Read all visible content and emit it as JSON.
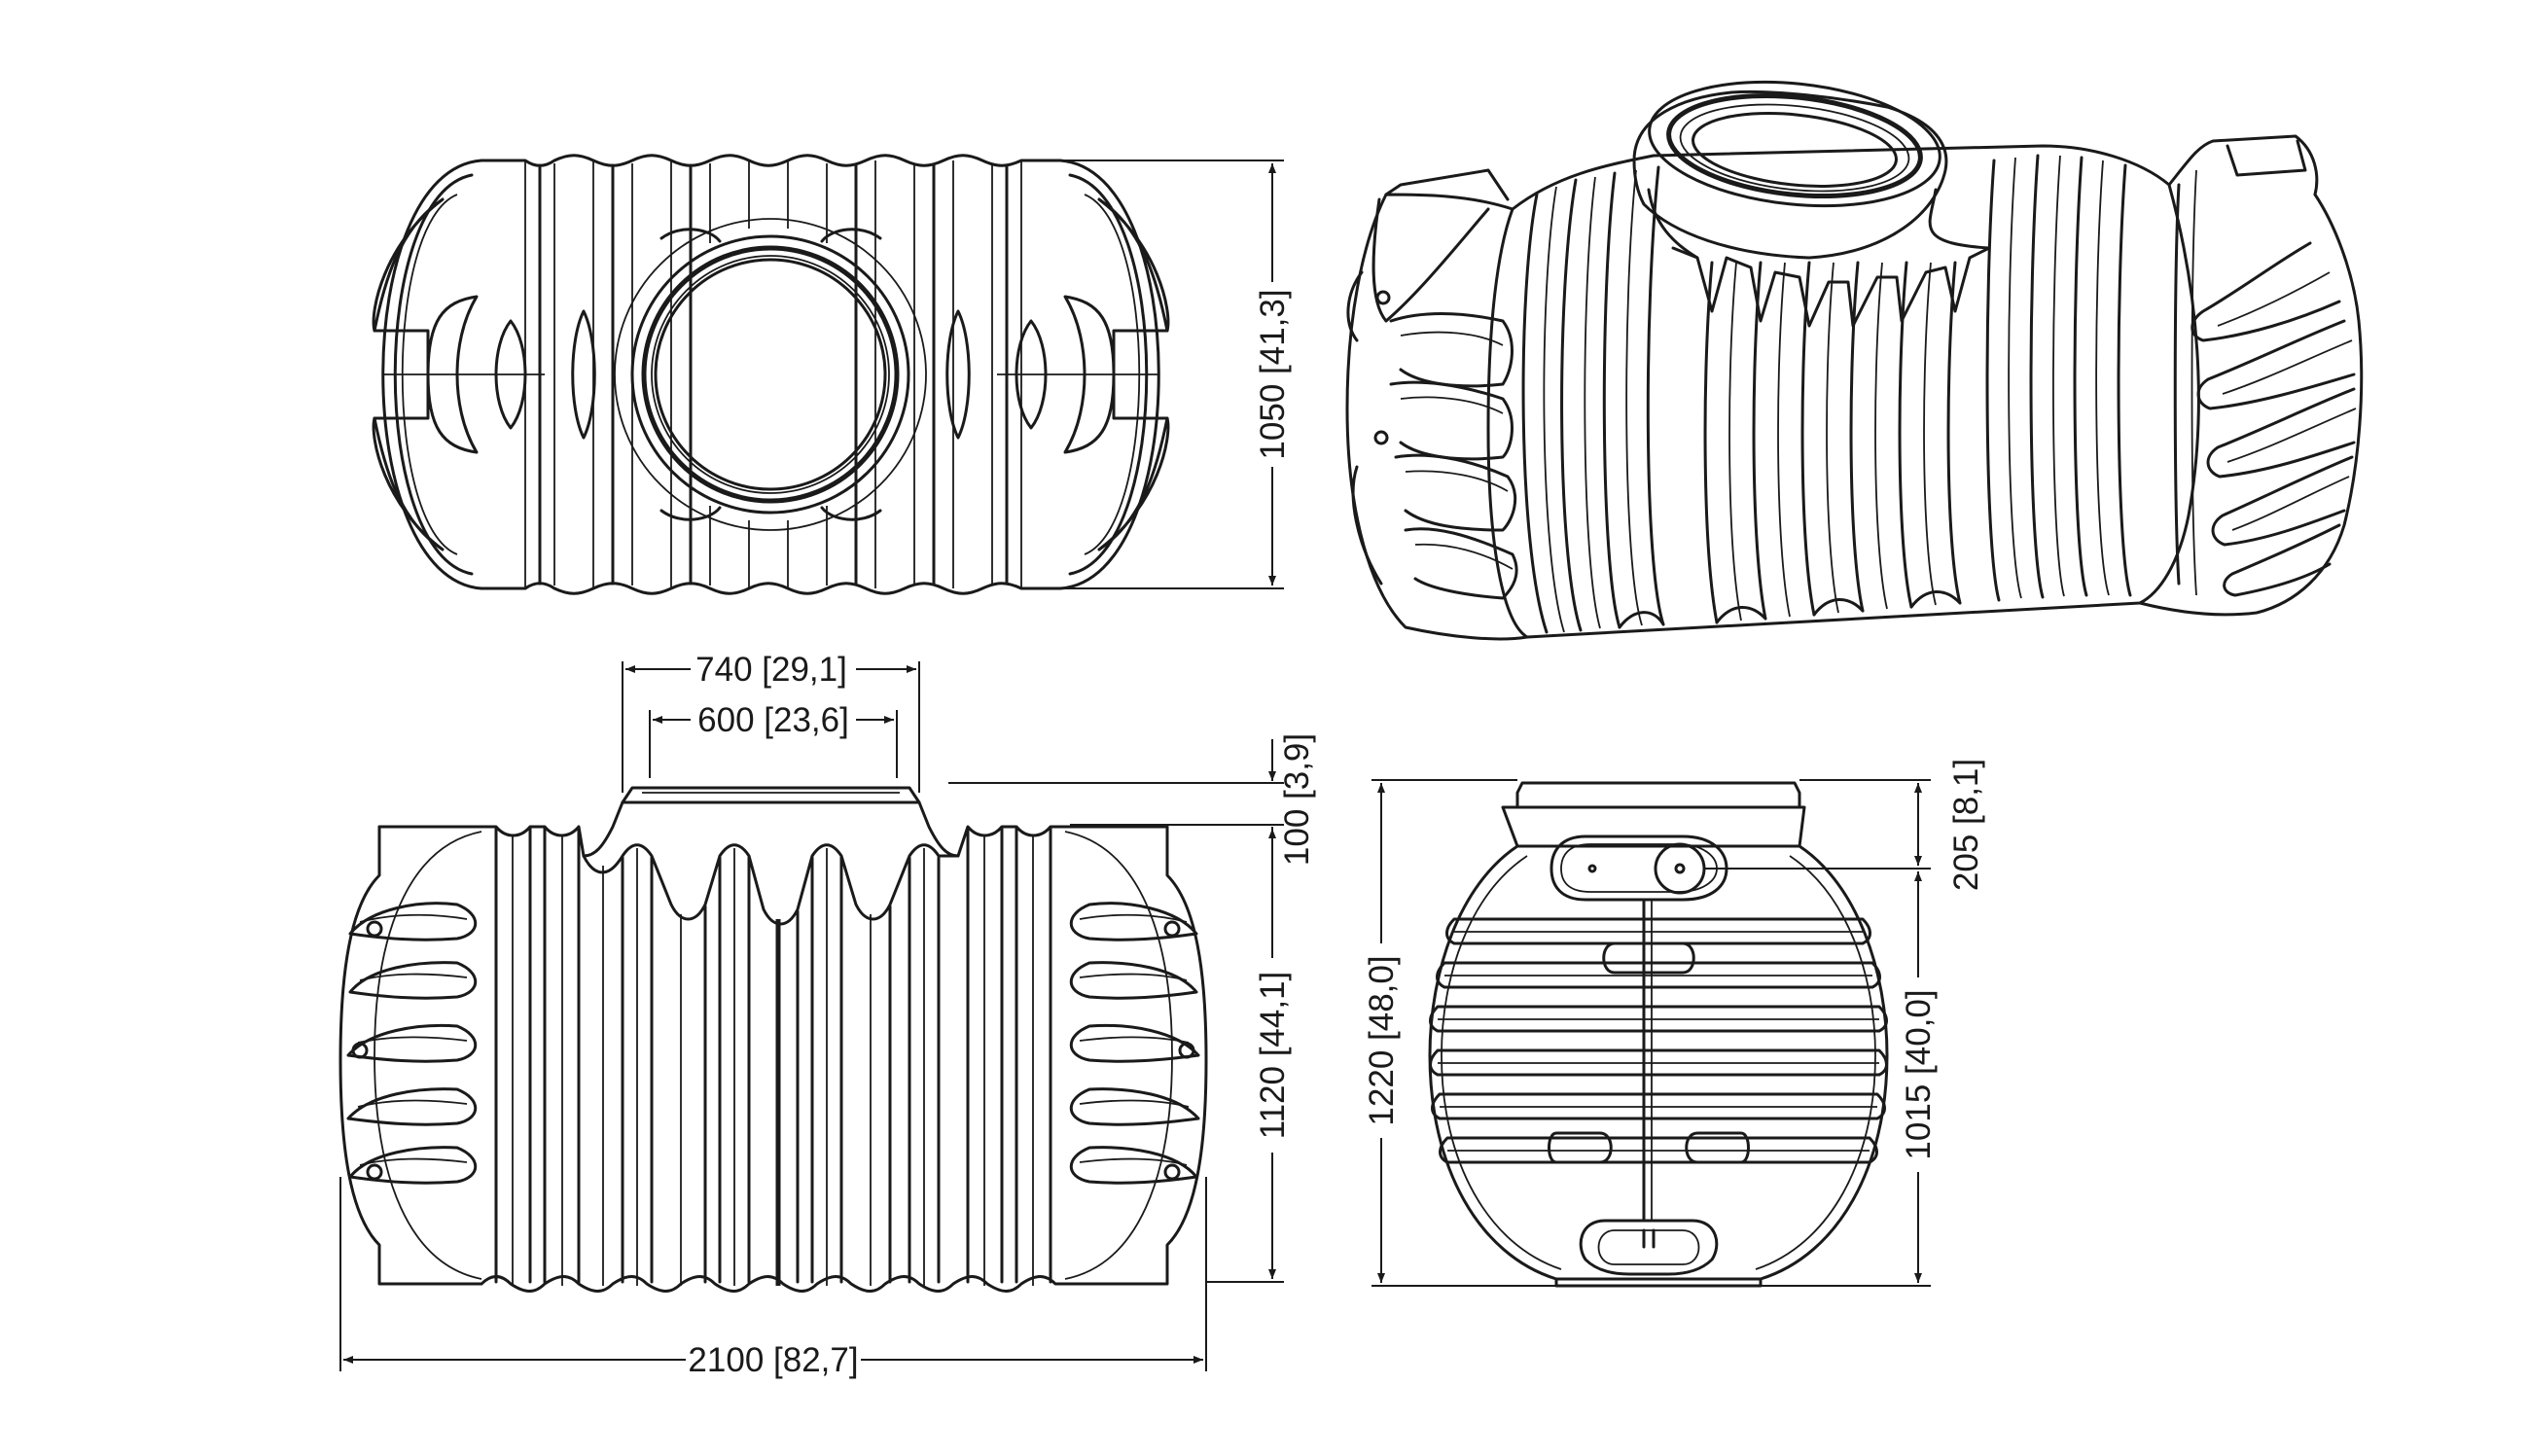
{
  "dimensions": {
    "top_height": "1050 [41,3]",
    "outer_collar": "740 [29,1]",
    "inner_collar": "600 [23,6]",
    "collar_height": "100 [3,9]",
    "body_height": "1120 [44,1]",
    "total_length": "2100 [82,7]",
    "total_height": "1220 [48,0]",
    "body_width": "1015 [40,0]",
    "inlet_offset": "205 [8,1]"
  },
  "views": {
    "top": "top-view",
    "isometric": "isometric-view",
    "side": "side-view",
    "end": "end-view"
  },
  "colors": {
    "line": "#1a1a1a",
    "background": "#ffffff"
  }
}
